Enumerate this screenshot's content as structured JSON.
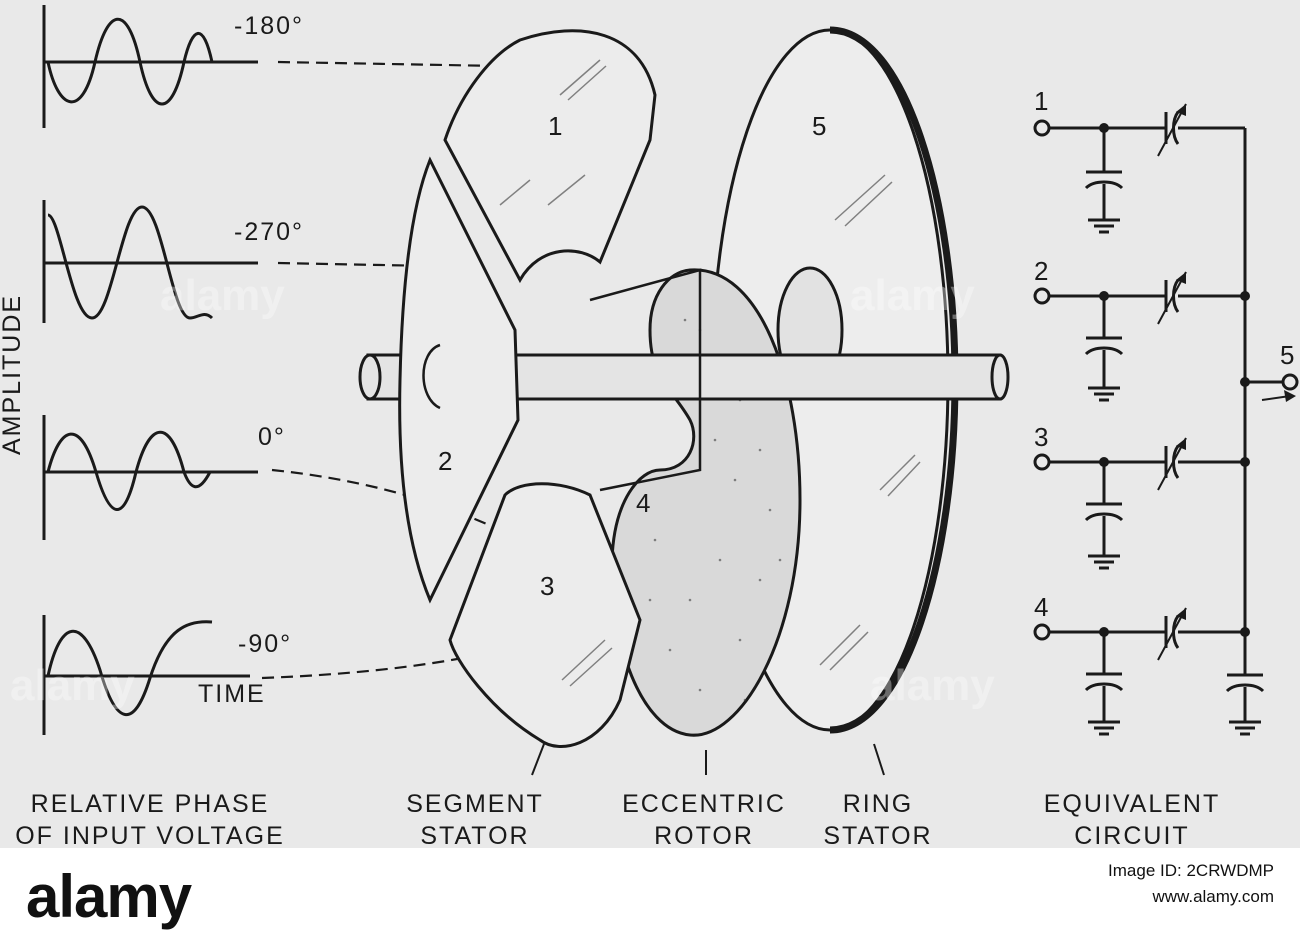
{
  "waveforms": [
    {
      "phase_label": "-180°"
    },
    {
      "phase_label": "-270°"
    },
    {
      "phase_label": "0°"
    },
    {
      "phase_label": "-90°"
    }
  ],
  "axis": {
    "y_label": "AMPLITUDE",
    "x_label": "TIME"
  },
  "segments": {
    "s1": "1",
    "s2": "2",
    "s3": "3",
    "s4": "4",
    "s5": "5"
  },
  "captions": {
    "relative_phase_line1": "RELATIVE PHASE",
    "relative_phase_line2": "OF INPUT VOLTAGE",
    "segment_stator_line1": "SEGMENT",
    "segment_stator_line2": "STATOR",
    "eccentric_rotor_line1": "ECCENTRIC",
    "eccentric_rotor_line2": "ROTOR",
    "ring_stator_line1": "RING",
    "ring_stator_line2": "STATOR",
    "equivalent_circuit_line1": "EQUIVALENT",
    "equivalent_circuit_line2": "CIRCUIT"
  },
  "circuit": {
    "terminal_1": "1",
    "terminal_2": "2",
    "terminal_3": "3",
    "terminal_4": "4",
    "output_terminal": "5"
  },
  "watermark": {
    "text": "alamy"
  },
  "footer": {
    "logo": "alamy",
    "image_id_line": "Image ID: 2CRWDMP",
    "site": "www.alamy.com"
  }
}
